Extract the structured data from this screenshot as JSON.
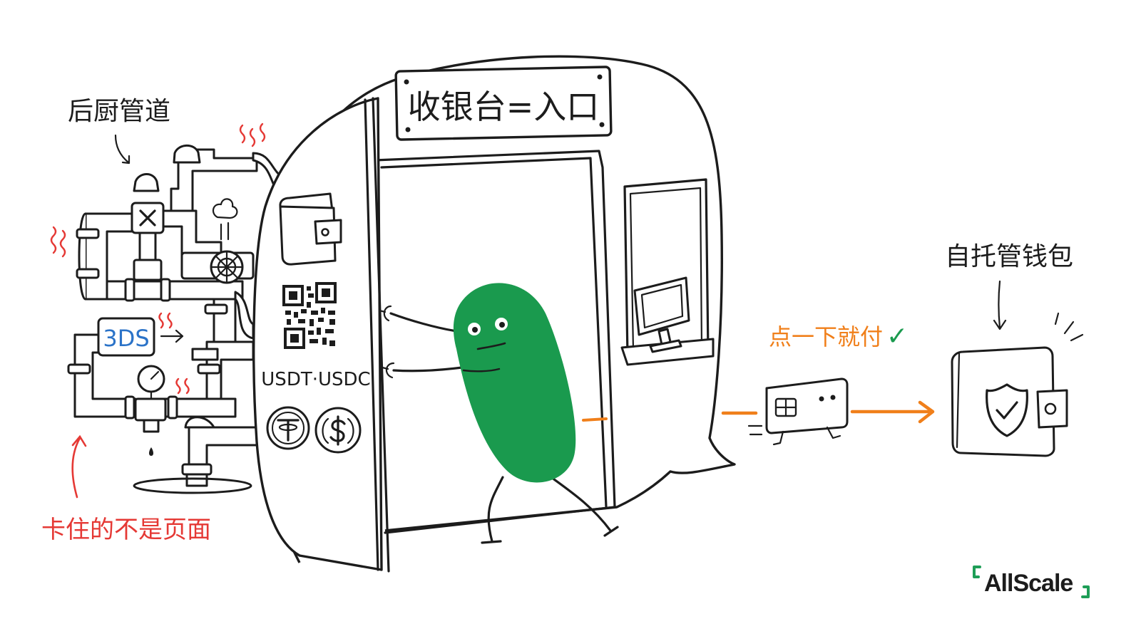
{
  "sign": {
    "text": "收银台=入口"
  },
  "labels": {
    "backend_pipes": "后厨管道",
    "stuck_not_page": "卡住的不是页面",
    "one_tap_pay": "点一下就付",
    "one_tap_check": "✓",
    "self_custody_wallet": "自托管钱包",
    "badge_3ds": "3DS",
    "stablecoins": "USDT·USDC"
  },
  "brand": {
    "name": "AllScale",
    "accent": "#1e9e57"
  },
  "colors": {
    "red": "#e53935",
    "orange": "#f07f1a",
    "green": "#1a9a4e",
    "blue": "#2b73c8",
    "ink": "#1c1c1c"
  },
  "icons": [
    "wallet-icon",
    "qr-code-icon",
    "tether-coin-icon",
    "usdc-coin-icon",
    "card-icon",
    "shield-check-icon",
    "pressure-gauge-icon",
    "valve-wheel-icon",
    "steam-icon"
  ]
}
